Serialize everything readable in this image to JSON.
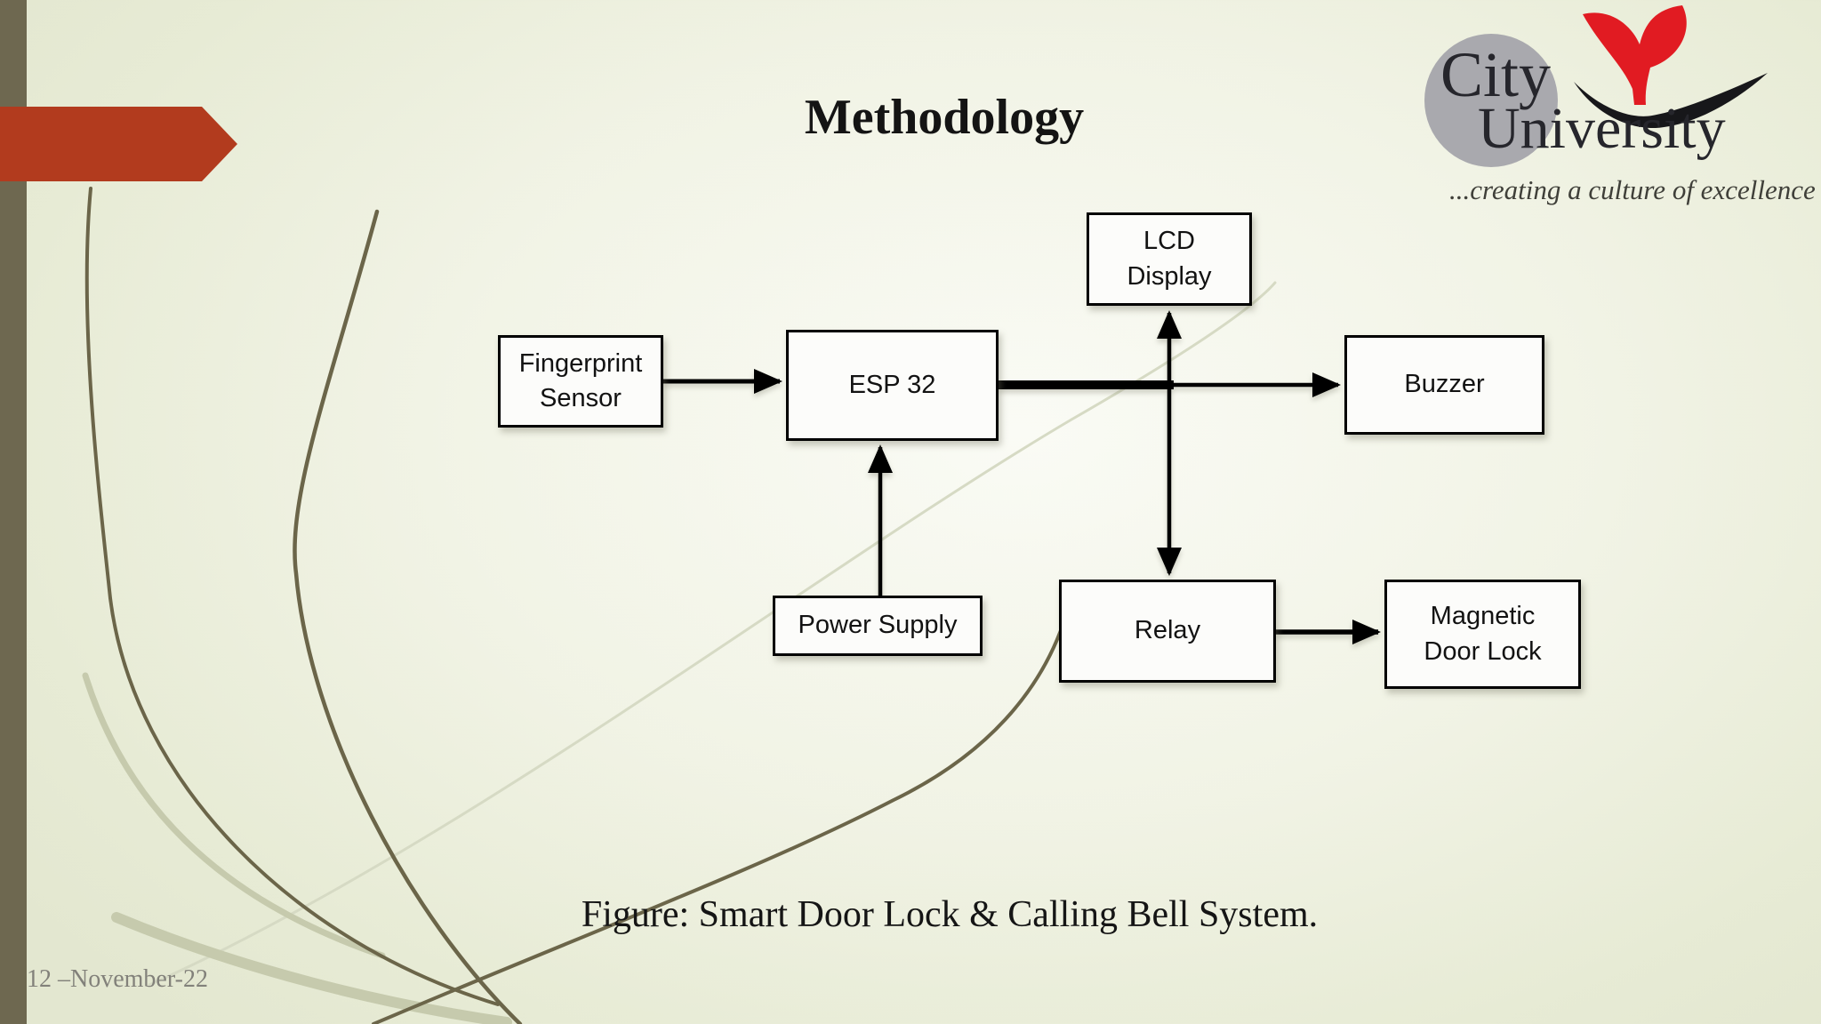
{
  "slide": {
    "title": "Methodology",
    "caption": "Figure: Smart Door Lock & Calling Bell System.",
    "date": "12 –November-22"
  },
  "logo": {
    "name_line1": "City",
    "name_line2": "University",
    "tagline": "...creating a culture of excellence"
  },
  "diagram": {
    "nodes": [
      {
        "id": "fingerprint-sensor",
        "label": "Fingerprint\nSensor"
      },
      {
        "id": "esp-32",
        "label": "ESP 32"
      },
      {
        "id": "lcd-display",
        "label": "LCD\nDisplay"
      },
      {
        "id": "buzzer",
        "label": "Buzzer"
      },
      {
        "id": "power-supply",
        "label": "Power Supply"
      },
      {
        "id": "relay",
        "label": "Relay"
      },
      {
        "id": "magnetic-door-lock",
        "label": "Magnetic\nDoor Lock"
      }
    ],
    "edges": [
      {
        "from": "fingerprint-sensor",
        "to": "esp-32"
      },
      {
        "from": "esp-32",
        "to": "buzzer"
      },
      {
        "from": "esp-32",
        "to": "lcd-display"
      },
      {
        "from": "esp-32",
        "to": "relay"
      },
      {
        "from": "power-supply",
        "to": "esp-32"
      },
      {
        "from": "relay",
        "to": "magnetic-door-lock"
      }
    ]
  },
  "colors": {
    "accent_red_banner": "#b23b1e",
    "side_bar_olive": "#6e6850",
    "logo_red": "#e11b22",
    "logo_circle_gray": "#a9a9ae",
    "background_edge": "#e3e7d0",
    "grass_dark": "#6b6549",
    "grass_light": "#c6caad"
  }
}
